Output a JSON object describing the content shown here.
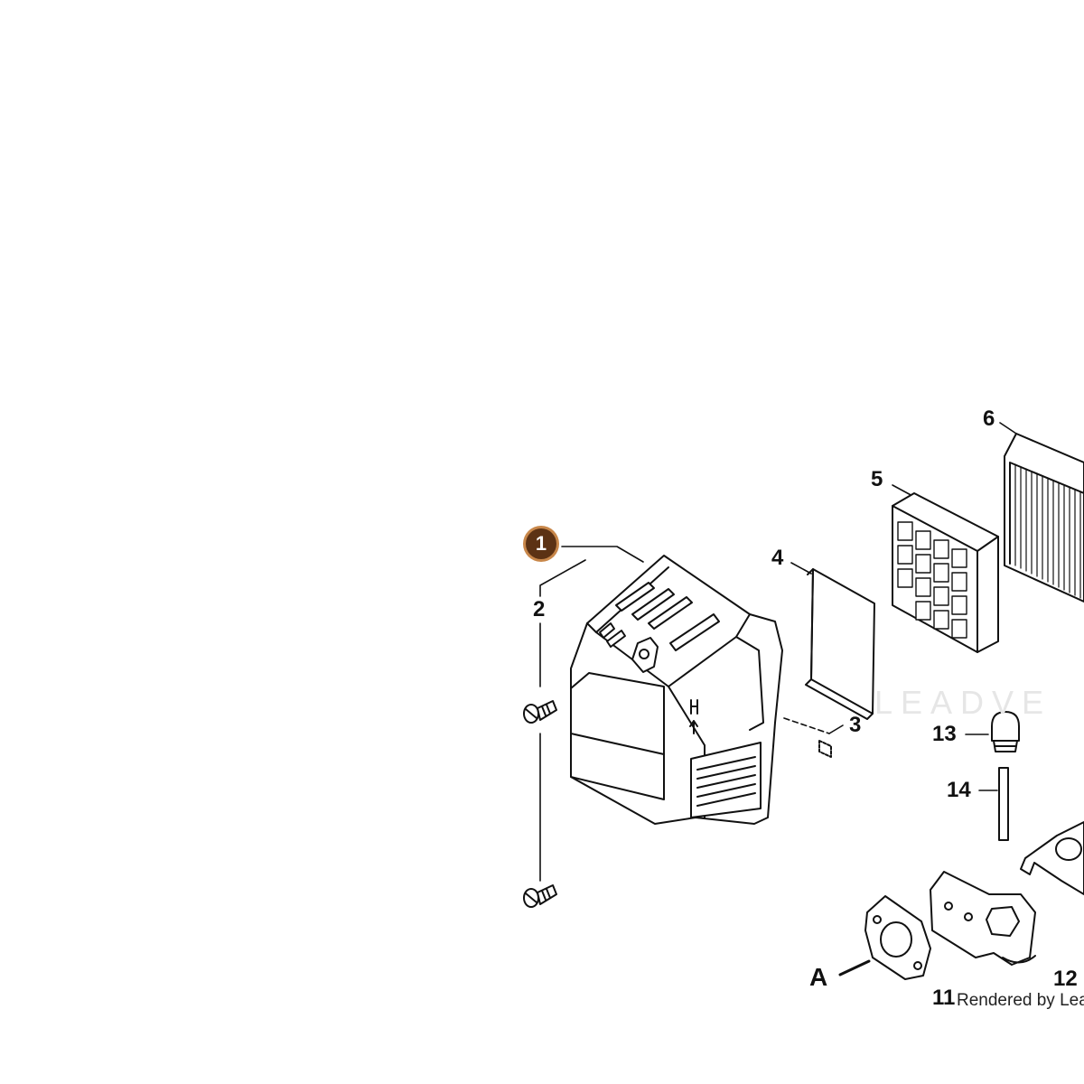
{
  "diagram": {
    "selected_callout": "1",
    "callouts": {
      "c1": "1",
      "c2": "2",
      "c3": "3",
      "c4": "4",
      "c5": "5",
      "c6": "6",
      "c11": "11",
      "c12": "12",
      "c13": "13",
      "c14": "14",
      "cA": "A"
    },
    "watermark": "LEADVE",
    "footer": "Rendered by Leac"
  },
  "colors": {
    "badge_ring": "#c8874a",
    "badge_fill": "#5c3214",
    "line": "#111111"
  }
}
